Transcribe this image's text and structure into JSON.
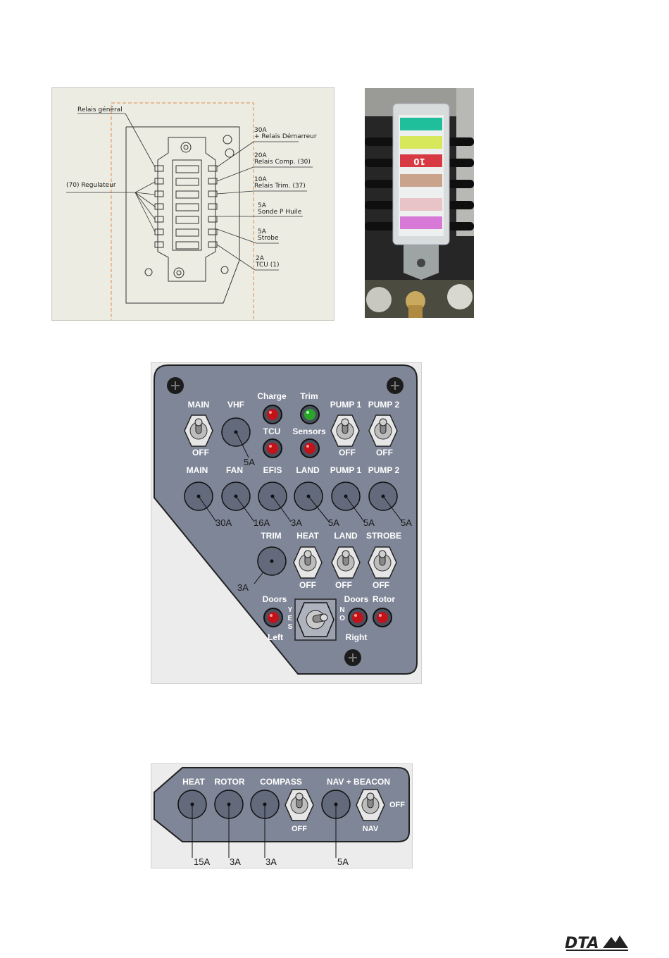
{
  "fuse_diagram": {
    "labels": {
      "relais_general": "Relais général",
      "regulateur": "(70) Regulateur",
      "f1_amp": "30A",
      "f1_name": "+ Relais Démarreur",
      "f2_amp": "20A",
      "f2_name": "Relais Comp. (30)",
      "f3_amp": "10A",
      "f3_name": "Relais Trim. (37)",
      "f4_amp": "5A",
      "f4_name": "Sonde P Huile",
      "f5_amp": "5A",
      "f5_name": "Strobe",
      "f6_amp": "2A",
      "f6_name": "TCU (1)"
    }
  },
  "fuse_photo": {
    "visible_label": "10"
  },
  "main_panel": {
    "row1": {
      "main": "MAIN",
      "vhf": "VHF",
      "charge": "Charge",
      "trim": "Trim",
      "pump1": "PUMP 1",
      "pump2": "PUMP 2",
      "tcu": "TCU",
      "sensors": "Sensors",
      "off_main": "OFF",
      "off_pump1": "OFF",
      "off_pump2": "OFF",
      "vhf_amp": "5A"
    },
    "row2": {
      "main": "MAIN",
      "fan": "FAN",
      "efis": "EFIS",
      "land": "LAND",
      "pump1": "PUMP 1",
      "pump2": "PUMP 2",
      "amp_main": "30A",
      "amp_fan": "16A",
      "amp_efis": "3A",
      "amp_land": "5A",
      "amp_pump1": "5A",
      "amp_pump2": "5A"
    },
    "row3": {
      "trim": "TRIM",
      "heat": "HEAT",
      "land": "LAND",
      "strobe": "STROBE",
      "off_heat": "OFF",
      "off_land": "OFF",
      "off_strobe": "OFF",
      "amp_trim": "3A"
    },
    "row4": {
      "doors_left_top": "Doors",
      "left": "Left",
      "doors_right_top": "Doors",
      "rotor": "Rotor",
      "right": "Right",
      "yes": [
        "Y",
        "E",
        "S"
      ],
      "no": [
        "N",
        "O"
      ]
    },
    "colors": {
      "face": "#7f8697",
      "led_red": "#c0141a",
      "led_green": "#2aa52a"
    }
  },
  "lower_panel": {
    "heat": "HEAT",
    "rotor": "ROTOR",
    "compass": "COMPASS",
    "nav_beacon": "NAV + BEACON",
    "off": "OFF",
    "off_right": "OFF",
    "nav": "NAV",
    "amp_heat": "15A",
    "amp_rotor": "3A",
    "amp_compass": "3A",
    "amp_nav": "5A"
  },
  "logo": {
    "text": "DTA"
  }
}
